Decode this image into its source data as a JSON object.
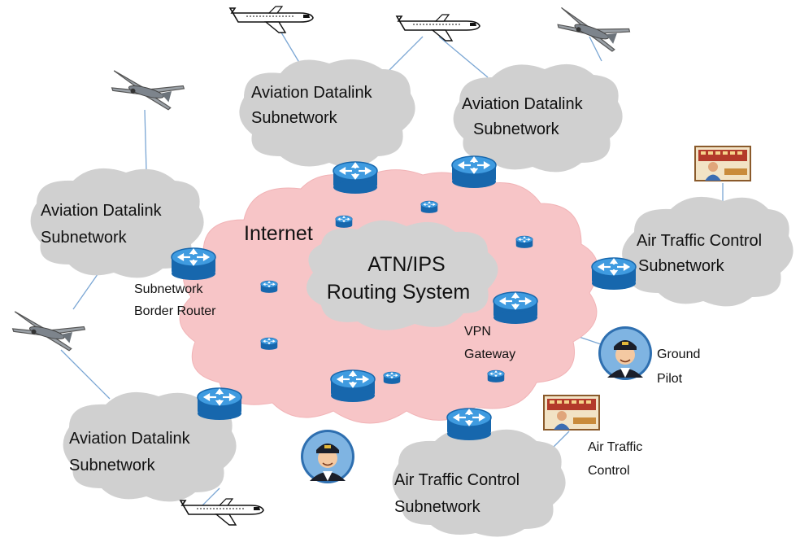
{
  "colors": {
    "internet_cloud": "#f7c4c6",
    "gray_cloud": "#cfcfcf",
    "router_body": "#1e7bc6",
    "router_top": "#3a9ade",
    "link_line": "#6fa0d0"
  },
  "clouds": {
    "internet_label": "Internet",
    "core_label_line1": "ATN/IPS",
    "core_label_line2": "Routing System",
    "datalink_top_left": [
      "Aviation Datalink",
      "Subnetwork"
    ],
    "datalink_top_right": [
      "Aviation Datalink",
      "Subnetwork"
    ],
    "datalink_mid_left": [
      "Aviation Datalink",
      "Subnetwork"
    ],
    "datalink_bottom_left": [
      "Aviation Datalink",
      "Subnetwork"
    ],
    "atc_right": [
      "Air Traffic Control",
      "Subnetwork"
    ],
    "atc_bottom": [
      "Air Traffic Control",
      "Subnetwork"
    ]
  },
  "labels": {
    "border_router": [
      "Subnetwork",
      "Border Router"
    ],
    "vpn_gateway": [
      "VPN",
      "Gateway"
    ],
    "ground_pilot": [
      "Ground",
      "Pilot"
    ],
    "air_traffic_control": [
      "Air Traffic",
      "Control"
    ]
  },
  "icons": {
    "aircraft": "airliner-icon",
    "drone": "drone-icon",
    "router": "router-icon",
    "pilot": "pilot-icon",
    "controller": "atc-controller-icon"
  }
}
